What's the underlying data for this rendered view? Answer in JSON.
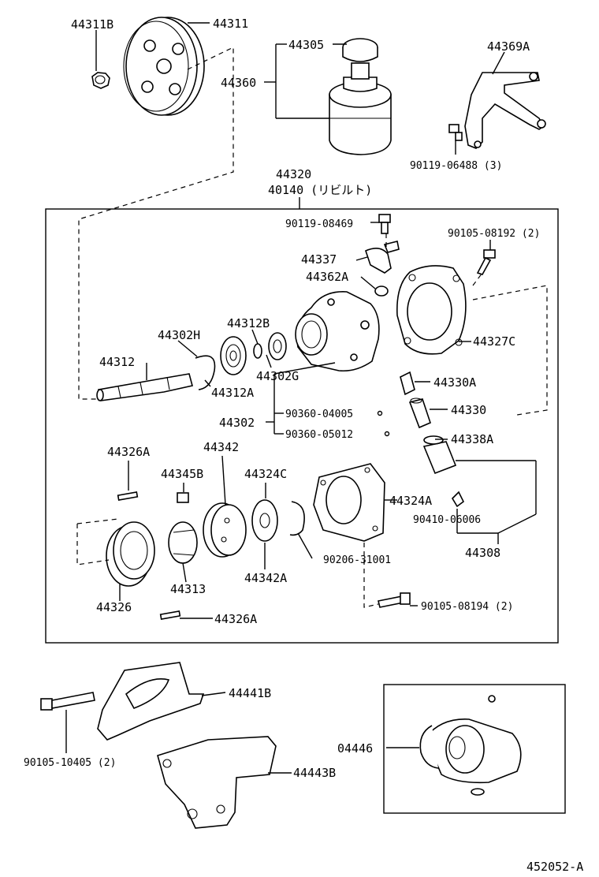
{
  "diagram_id": "452052-A",
  "labels": {
    "p44311B": "44311B",
    "p44311": "44311",
    "p44305": "44305",
    "p44360": "44360",
    "p44369A": "44369A",
    "p90119_06488": "90119-06488 (3)",
    "p44320": "44320",
    "p40140": "40140 (リビルト)",
    "p90119_08469": "90119-08469",
    "p90105_08192": "90105-08192 (2)",
    "p44337": "44337",
    "p44362A": "44362A",
    "p44327C": "44327C",
    "p44312B": "44312B",
    "p44302H": "44302H",
    "p44312": "44312",
    "p44302G": "44302G",
    "p44312A": "44312A",
    "p44330A": "44330A",
    "p44330": "44330",
    "p44302": "44302",
    "p90360_04005": "90360-04005",
    "p90360_05012": "90360-05012",
    "p44338A": "44338A",
    "p44326A_top": "44326A",
    "p44342": "44342",
    "p44345B": "44345B",
    "p44324C": "44324C",
    "p44324A": "44324A",
    "p90410_06006": "90410-06006",
    "p44308": "44308",
    "p90206_31001": "90206-31001",
    "p44313": "44313",
    "p44342A": "44342A",
    "p44326": "44326",
    "p90105_08194": "90105-08194 (2)",
    "p44326A_bot": "44326A",
    "p44441B": "44441B",
    "p04446": "04446",
    "p90105_10405": "90105-10405 (2)",
    "p44443B": "44443B"
  }
}
